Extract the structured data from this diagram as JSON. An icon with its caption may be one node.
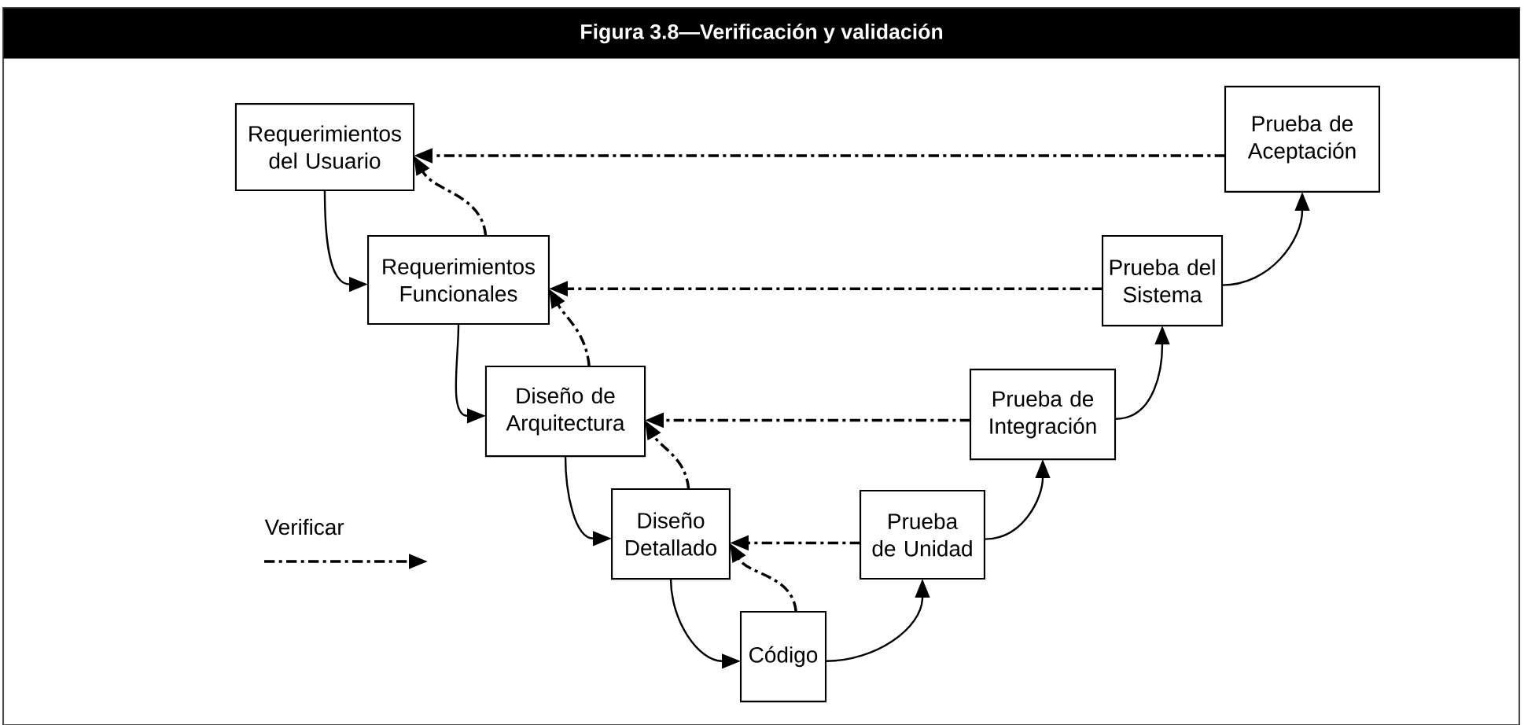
{
  "diagram": {
    "title": "Figura 3.8—Verificación y validación",
    "nodes": [
      {
        "text": [
          "Requerimientos del Usuario"
        ]
      },
      {
        "text": [
          "Requerimientos Funcionales"
        ]
      },
      {
        "text": [
          "Diseño de Arquitectura"
        ]
      },
      {
        "text": [
          "Diseño Detallado"
        ]
      },
      {
        "text": [
          "Código"
        ]
      },
      {
        "text": [
          "Prueba de Unidad"
        ]
      },
      {
        "text": [
          "Prueba de Integración"
        ]
      },
      {
        "text": [
          "Prueba del Sistema"
        ]
      },
      {
        "text": [
          "Prueba de Aceptación"
        ]
      }
    ],
    "edges": [
      {
        "from": 0,
        "to": 1,
        "arrow": "to"
      },
      {
        "from": 1,
        "to": 2,
        "arrow": "to"
      },
      {
        "from": 2,
        "to": 3,
        "arrow": "to"
      },
      {
        "from": 3,
        "to": 4,
        "arrow": "to"
      },
      {
        "from": 4,
        "to": 5,
        "arrow": "to"
      },
      {
        "from": 5,
        "to": 6,
        "arrow": "to"
      },
      {
        "from": 6,
        "to": 7,
        "arrow": "to"
      },
      {
        "from": 7,
        "to": 8,
        "arrow": "to"
      },
      {
        "from": 8,
        "to": 0,
        "arrow": "to",
        "style": "dashed"
      },
      {
        "from": 7,
        "to": 1,
        "arrow": "to",
        "style": "dashed"
      },
      {
        "from": 6,
        "to": 2,
        "arrow": "to",
        "style": "dashed"
      },
      {
        "from": 5,
        "to": 3,
        "arrow": "to",
        "style": "dashed"
      },
      {
        "from": 1,
        "to": 0,
        "arrow": "to",
        "style": "dashed"
      },
      {
        "from": 2,
        "to": 1,
        "arrow": "to",
        "style": "dashed"
      },
      {
        "from": 3,
        "to": 2,
        "arrow": "to",
        "style": "dashed"
      },
      {
        "from": 4,
        "to": 3,
        "arrow": "to",
        "style": "dashed"
      }
    ],
    "legend": [
      {
        "text": "Verificar"
      }
    ]
  }
}
